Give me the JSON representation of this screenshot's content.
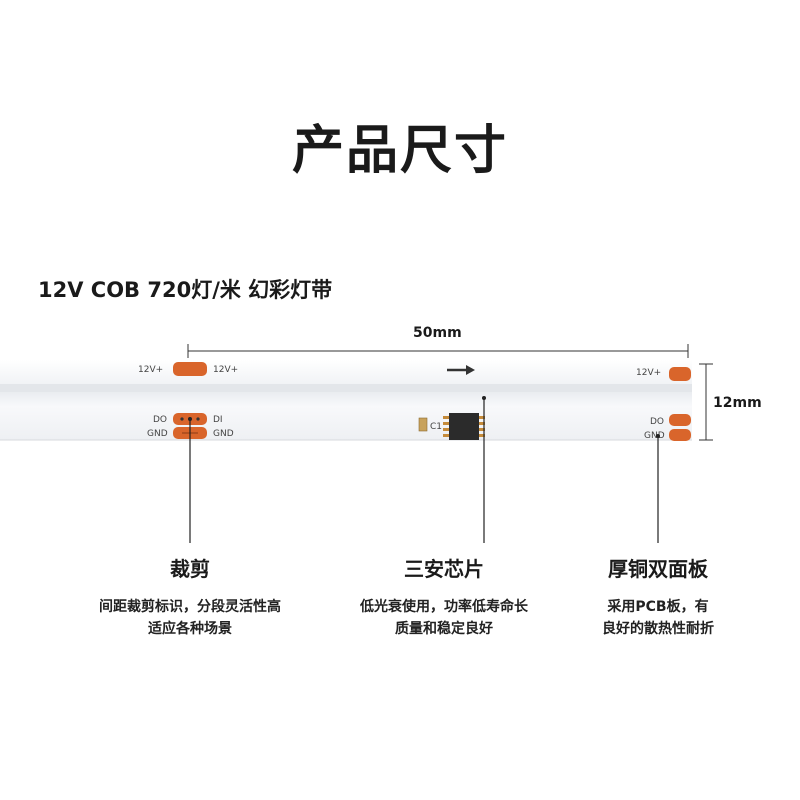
{
  "title": "产品尺寸",
  "subtitle": "12V COB 720灯/米 幻彩灯带",
  "dimensions": {
    "length": "50mm",
    "width": "12mm"
  },
  "strip_labels": {
    "v12_left": "12V+",
    "v12_mid": "12V+",
    "v12_right": "12V+",
    "do_left": "DO",
    "di_left": "DI",
    "gnd_left": "GND",
    "gnd_mid": "GND",
    "do_right": "DO",
    "gnd_right": "GND",
    "c1": "C1"
  },
  "callouts": [
    {
      "title": "裁剪",
      "line1": "间距裁剪标识，分段灵活性高",
      "line2": "适应各种场景"
    },
    {
      "title": "三安芯片",
      "line1": "低光衰使用，功率低寿命长",
      "line2": "质量和稳定良好"
    },
    {
      "title": "厚铜双面板",
      "line1": "采用PCB板，有",
      "line2": "良好的散热性耐折"
    }
  ],
  "colors": {
    "pad": "#d9652b",
    "strip_top": "#f7f8fa",
    "strip_bottom": "#eef0f3"
  }
}
